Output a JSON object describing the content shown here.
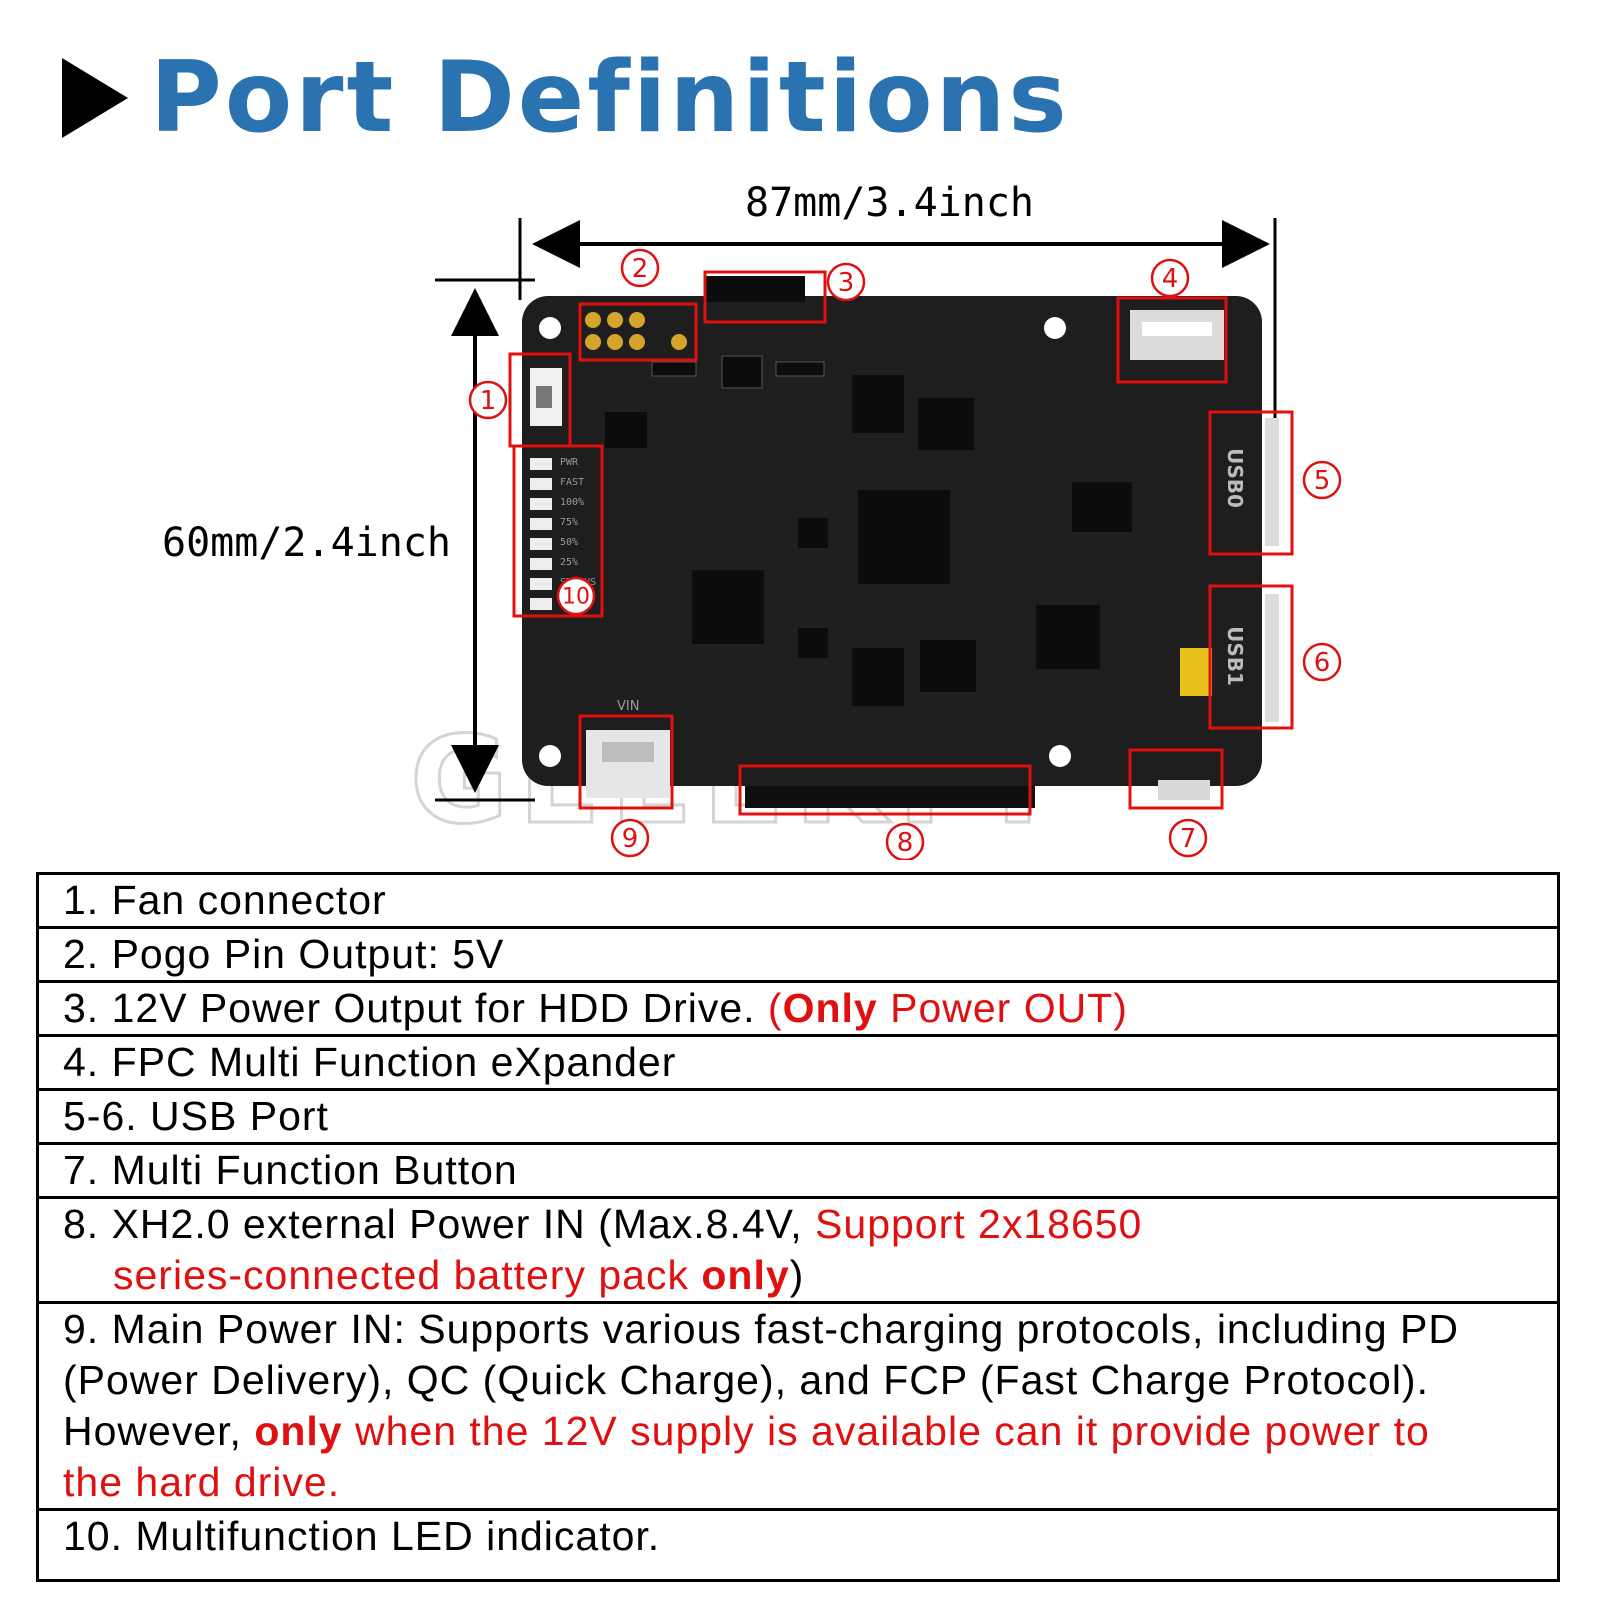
{
  "title": "Port Definitions",
  "dimensions": {
    "width": "87mm/3.4inch",
    "height": "60mm/2.4inch"
  },
  "callouts": [
    "1",
    "2",
    "3",
    "4",
    "5",
    "6",
    "7",
    "8",
    "9",
    "10"
  ],
  "board_silkscreen": {
    "usb_port_a": "USB0",
    "usb_port_b": "USB1",
    "vin": "VIN",
    "led_labels": [
      "PWR",
      "FAST",
      "100%",
      "75%",
      "50%",
      "25%",
      "STATUS"
    ]
  },
  "watermark": "GEEEKPI",
  "definitions": {
    "r1": "1. Fan connector",
    "r2": "2. Pogo Pin Output: 5V",
    "r3_prefix": "3. 12V Power Output for HDD Drive. ",
    "r3_red_open": "(",
    "r3_red_bold": "Only",
    "r3_red_rest": " Power OUT)",
    "r4": "4. FPC Multi Function eXpander",
    "r5": "5-6. USB Port",
    "r7": "7. Multi Function Button",
    "r8_prefix": "8. XH2.0 external Power IN (Max.8.4V, ",
    "r8_red": "Support 2x18650",
    "r8_red_line2": "series-connected battery pack ",
    "r8_red_bold": "only",
    "r8_close": ")",
    "r9_line1": "9. Main Power IN: Supports various fast-charging protocols, including PD",
    "r9_line2": "(Power Delivery), QC (Quick Charge), and FCP (Fast Charge Protocol).",
    "r9_line3_prefix": "However, ",
    "r9_red_bold": "only",
    "r9_red_rest": " when the 12V supply is available can it provide power to",
    "r9_red_line4": "the hard drive.",
    "r10": "10. Multifunction LED indicator."
  },
  "colors": {
    "title_blue": "#2a72b0",
    "callout_red": "#e01010",
    "board": "#1e1e1e"
  }
}
